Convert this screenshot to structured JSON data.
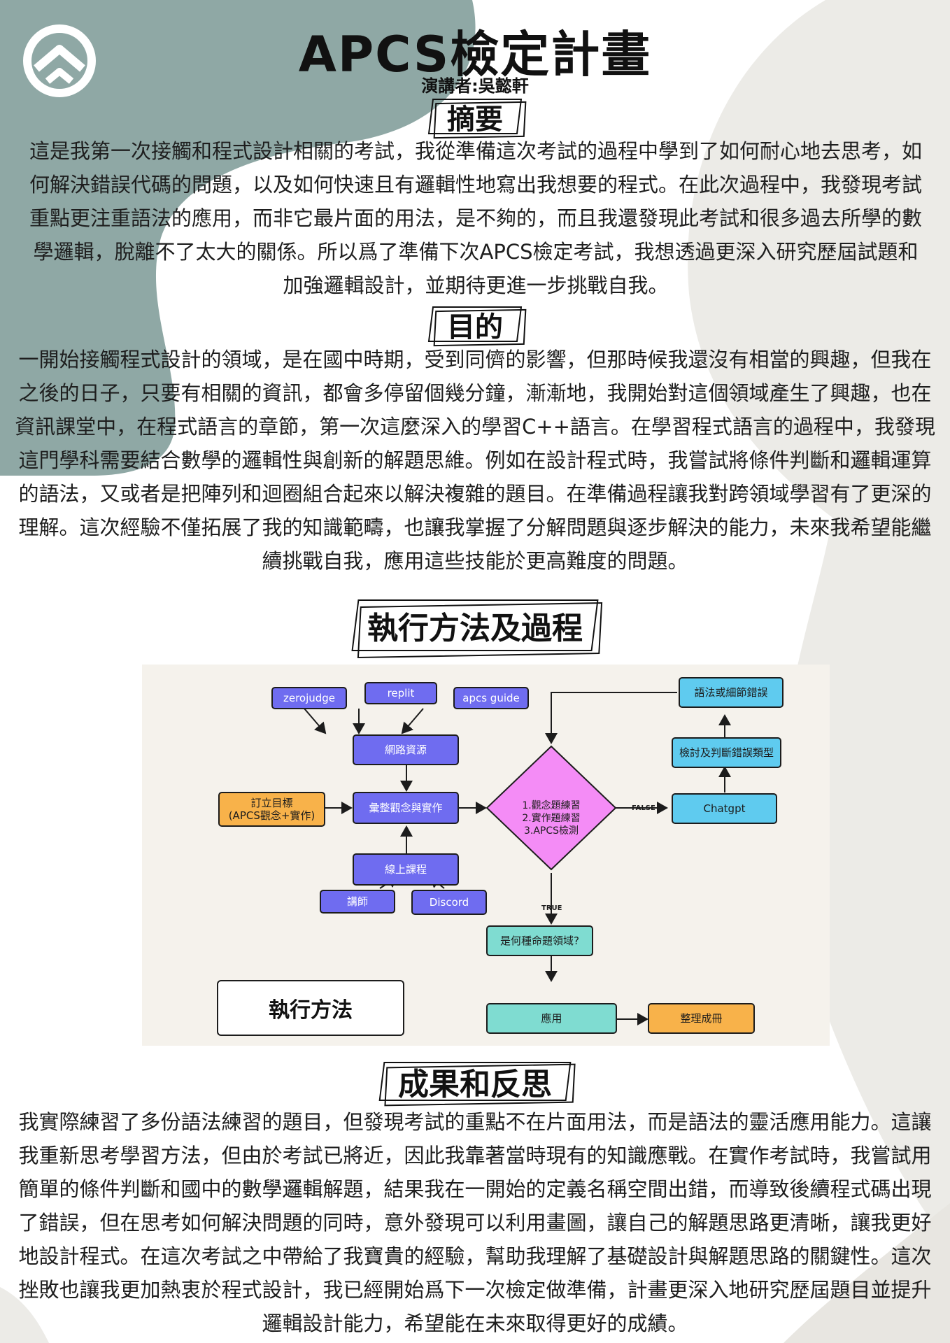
{
  "title": "APCS檢定計畫",
  "speaker": "演講者:吳懿軒",
  "colors": {
    "background_blob": "#8fa8a5",
    "light_blob": "#edeae4",
    "purple_node": "#6f6cf0",
    "orange_node": "#f8b24a",
    "blue_node": "#5fcbef",
    "teal_node": "#7fdcd1",
    "diamond": "#f48cf6"
  },
  "icons": {
    "logo": "house-roof-logo-icon"
  },
  "sections": {
    "abstract": {
      "heading": "摘要",
      "body": "這是我第一次接觸和程式設計相關的考試，我從準備這次考試的過程中學到了如何耐心地去思考，如何解決錯誤代碼的問題，以及如何快速且有邏輯性地寫出我想要的程式。在此次過程中，我發現考試重點更注重語法的應用，而非它最片面的用法，是不夠的，而且我還發現此考試和很多過去所學的數學邏輯，脫離不了太大的關係。所以爲了準備下次APCS檢定考試，我想透過更深入研究歷屆試題和加強邏輯設計，並期待更進一步挑戰自我。"
    },
    "purpose": {
      "heading": "目的",
      "body": "一開始接觸程式設計的領域，是在國中時期，受到同儕的影響，但那時候我還沒有相當的興趣，但我在之後的日子，只要有相關的資訊，都會多停留個幾分鐘，漸漸地，我開始對這個領域產生了興趣，也在資訊課堂中，在程式語言的章節，第一次這麼深入的學習C++語言。在學習程式語言的過程中，我發現這門學科需要結合數學的邏輯性與創新的解題思維。例如在設計程式時，我嘗試將條件判斷和邏輯運算的語法，又或者是把陣列和迴圈組合起來以解決複雜的題目。在準備過程讓我對跨領域學習有了更深的理解。這次經驗不僅拓展了我的知識範疇，也讓我掌握了分解問題與逐步解決的能力，未來我希望能繼續挑戰自我，應用這些技能於更高難度的問題。"
    },
    "method": {
      "heading": "執行方法及過程"
    },
    "result": {
      "heading": "成果和反思",
      "body": "我實際練習了多份語法練習的題目，但發現考試的重點不在片面用法，而是語法的靈活應用能力。這讓我重新思考學習方法，但由於考試已將近，因此我靠著當時現有的知識應戰。在實作考試時，我嘗試用簡單的條件判斷和國中的數學邏輯解題，結果我在一開始的定義名稱空間出錯，而導致後續程式碼出現了錯誤，但在思考如何解決問題的同時，意外發現可以利用畫圖，讓自己的解題思路更清晰，讓我更好地設計程式。在這次考試之中帶給了我寶貴的經驗，幫助我理解了基礎設計與解題思路的關鍵性。這次挫敗也讓我更加熱衷於程式設計，我已經開始爲下一次檢定做準備，計畫更深入地研究歷屆題目並提升邏輯設計能力，希望能在未來取得更好的成績。"
    }
  },
  "flowchart": {
    "zerojudge": "zerojudge",
    "replit": "replit",
    "apcs_guide": "apcs guide",
    "web_resources": "網路資源",
    "set_goal": "訂立目標\n(APCS觀念+實作)",
    "compile": "彙整觀念與實作",
    "online_course": "線上課程",
    "teacher": "講師",
    "discord": "Discord",
    "practice": "1.觀念題練習\n2.實作題練習\n3.APCS檢測",
    "false_label": "FALSE",
    "true_label": "TRUE",
    "chatgpt": "Chatgpt",
    "review": "檢討及判斷錯誤類型",
    "syntax_error": "語法或細節錯誤",
    "which_domain": "是何種命題領域?",
    "apply": "應用",
    "organize": "整理成冊",
    "method_label": "執行方法"
  }
}
